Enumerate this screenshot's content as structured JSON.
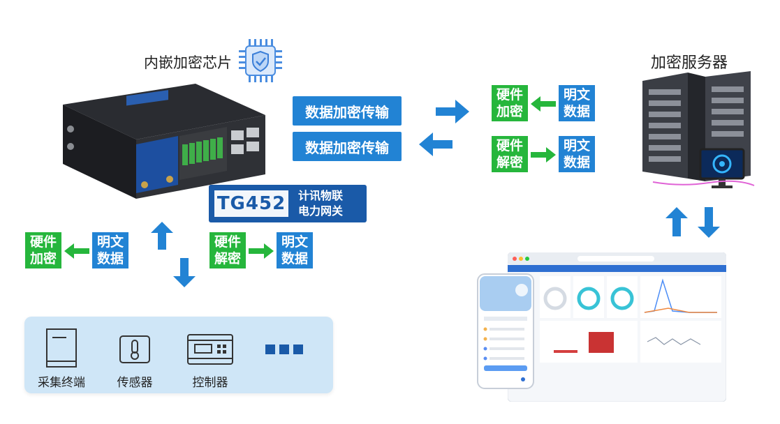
{
  "chip": {
    "label": "内嵌加密芯片"
  },
  "server": {
    "label": "加密服务器"
  },
  "banners": {
    "top": "数据加密传输",
    "bottom": "数据加密传输"
  },
  "model": {
    "name": "TG452",
    "line1": "计讯物联",
    "line2": "电力网关"
  },
  "flow_right": {
    "hw_encrypt": [
      "硬件",
      "加密"
    ],
    "plain1": [
      "明文",
      "数据"
    ],
    "hw_decrypt": [
      "硬件",
      "解密"
    ],
    "plain2": [
      "明文",
      "数据"
    ]
  },
  "flow_left": {
    "hw_encrypt": [
      "硬件",
      "加密"
    ],
    "plain1": [
      "明文",
      "数据"
    ],
    "hw_decrypt": [
      "硬件",
      "解密"
    ],
    "plain2": [
      "明文",
      "数据"
    ]
  },
  "devices": [
    {
      "label": "采集终端",
      "icon": "terminal-icon"
    },
    {
      "label": "传感器",
      "icon": "sensor-icon"
    },
    {
      "label": "控制器",
      "icon": "controller-icon"
    },
    {
      "label": "",
      "icon": "more-icon"
    }
  ],
  "colors": {
    "green": "#26b63c",
    "blue": "#2283d4",
    "dark_blue": "#1a5aa8",
    "panel": "#cfe6f7"
  }
}
